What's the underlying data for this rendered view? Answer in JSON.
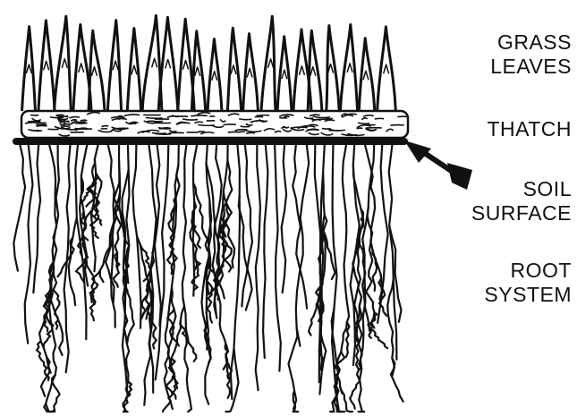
{
  "labels": {
    "grass_line1": "GRASS",
    "grass_line2": "LEAVES",
    "thatch": "THATCH",
    "soil_line1": "SOIL",
    "soil_line2": "SURFACE",
    "root_line1": "ROOT",
    "root_line2": "SYSTEM"
  },
  "colors": {
    "ink": "#111111",
    "background": "#ffffff"
  }
}
